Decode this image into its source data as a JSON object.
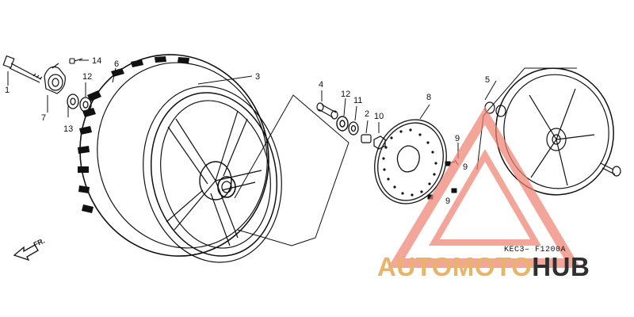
{
  "diagram": {
    "drawing_code": "KEC3– F1200A",
    "direction_label": "FR.",
    "callouts": [
      "1",
      "2",
      "3",
      "4",
      "5",
      "6",
      "7",
      "8",
      "9",
      "9",
      "9",
      "10",
      "11",
      "12",
      "12",
      "13",
      "14"
    ]
  },
  "watermark": {
    "brand_part1": "AUTOMOTO",
    "brand_part2": "HUB",
    "color_accent": "#e8b46a",
    "color_dark": "#2f2f2f",
    "color_logo": "#f08070"
  }
}
